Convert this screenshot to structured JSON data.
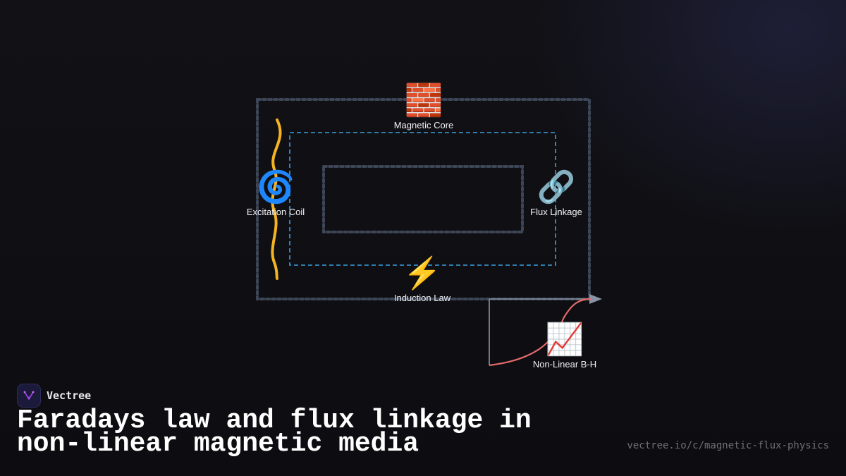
{
  "diagram": {
    "nodes": {
      "core": {
        "icon": "bricks-icon",
        "emoji": "🧱",
        "label": "Magnetic Core"
      },
      "coil": {
        "icon": "cyclone-icon",
        "emoji": "🌀",
        "label": "Excitation Coil"
      },
      "flux": {
        "icon": "link-icon",
        "emoji": "🔗",
        "label": "Flux Linkage"
      },
      "induction": {
        "icon": "lightning-icon",
        "emoji": "⚡",
        "label": "Induction Law"
      },
      "bh": {
        "icon": "chart-increasing-icon",
        "emoji": "📈",
        "label": "Non-Linear B-H"
      }
    },
    "colors": {
      "outer_frame": "#3d4656",
      "mid_frame": "#3aa0e0",
      "inner_frame": "#3d4656",
      "coil_wave": "#f4b323",
      "curve": "#e46a6a",
      "axes": "#8a93a6"
    }
  },
  "footer": {
    "brand": "Vectree",
    "title": "Faradays law and flux linkage in non-linear magnetic media",
    "url": "vectree.io/c/magnetic-flux-physics"
  }
}
